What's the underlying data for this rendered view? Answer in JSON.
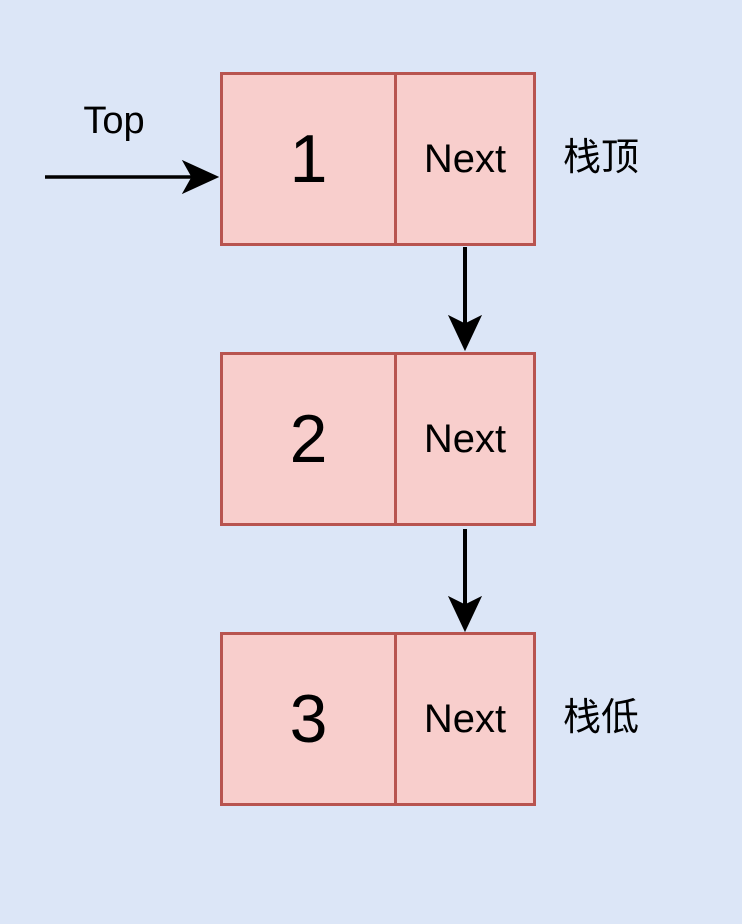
{
  "labels": {
    "top_pointer": "Top",
    "stack_top": "栈顶",
    "stack_bottom": "栈低"
  },
  "nodes": [
    {
      "value": "1",
      "pointer_label": "Next"
    },
    {
      "value": "2",
      "pointer_label": "Next"
    },
    {
      "value": "3",
      "pointer_label": "Next"
    }
  ],
  "colors": {
    "background": "#dce6f7",
    "node_fill": "#f8cecc",
    "node_stroke": "#b85450",
    "arrow": "#000000",
    "text": "#000000"
  }
}
